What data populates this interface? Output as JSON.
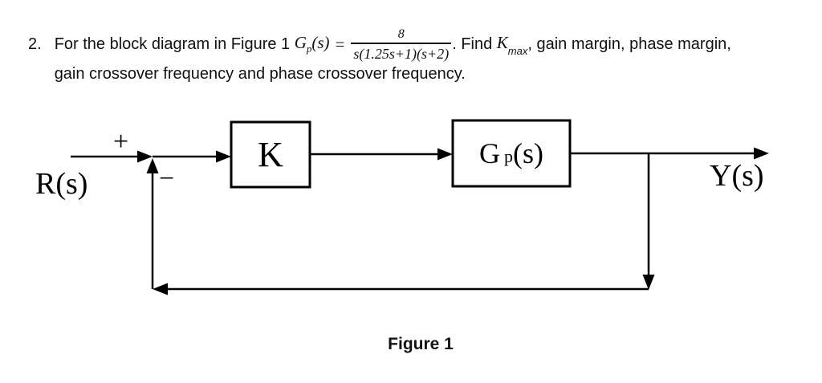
{
  "problem": {
    "number": "2.",
    "intro": "For the block diagram in Figure 1 ",
    "formula": {
      "func": "G",
      "func_sub": "p",
      "func_args": "(s)",
      "equals": "=",
      "numerator": "8",
      "denominator": "s(1.25s+1)(s+2)"
    },
    "after_formula": ". Find ",
    "k_symbol": "K",
    "k_subscript": "max",
    "line1_tail": ", gain margin, phase margin,",
    "line2": "gain crossover frequency and phase crossover frequency."
  },
  "diagram": {
    "input_label": "R(s)",
    "plus_sign": "+",
    "minus_sign": "−",
    "k_block_label": "K",
    "gp_block": {
      "func": "G",
      "sub": "p",
      "args": "(s)"
    },
    "output_label": "Y(s)",
    "caption": "Figure 1"
  },
  "colors": {
    "line": "#000000",
    "text": "#111111",
    "background": "#ffffff"
  }
}
